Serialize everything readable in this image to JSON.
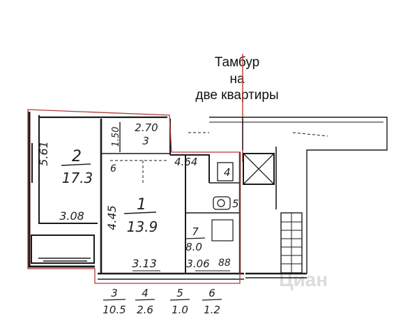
{
  "callout": {
    "lines": [
      "Тамбур",
      "на",
      "две квартиры"
    ],
    "line_color": "#c0392b"
  },
  "rooms": [
    {
      "num": "2",
      "area": "17.3",
      "dim_side": "5.61",
      "dim_bottom": "3.08"
    },
    {
      "num": "1",
      "area": "13.9",
      "dim_side": "4.45",
      "dim_bottom": "3.13"
    },
    {
      "num": "3",
      "dim_side": "1.50",
      "dim_top": "2.70"
    },
    {
      "num": "7",
      "area": "8.0",
      "dim_bottom": "3.06"
    }
  ],
  "labels": {
    "corridor_width": "4.64",
    "mark_6": "6",
    "mark_4": "4",
    "mark_5": "5",
    "dim_1_5": "1.5",
    "stove": "88"
  },
  "legend": [
    {
      "num": "3",
      "area": "10.5"
    },
    {
      "num": "4",
      "area": "2.6"
    },
    {
      "num": "5",
      "area": "1.0"
    },
    {
      "num": "6",
      "area": "1.2"
    }
  ],
  "watermark": "Циан",
  "colors": {
    "ink": "#1a1a1a",
    "outline": "#b03a3a",
    "paper": "#ffffff"
  }
}
